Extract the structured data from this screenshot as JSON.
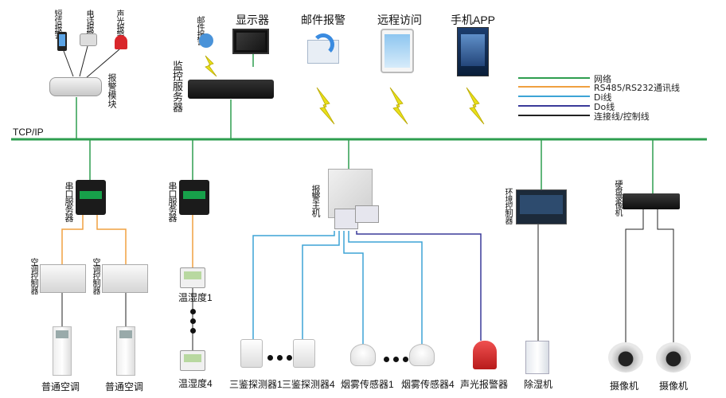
{
  "network": {
    "label": "TCP/IP"
  },
  "alarm_module": {
    "sms": "短信报警",
    "phone": "电话报警",
    "sound_light": "声光报警",
    "module": "报警模块"
  },
  "monitor_server": {
    "label": "监控服务器",
    "mail_icon_label": "邮件报警"
  },
  "top_items": {
    "display": "显示器",
    "email": "邮件报警",
    "remote": "远程访问",
    "app": "手机APP"
  },
  "legend": [
    {
      "text": "网络",
      "color": "#2e9e4f"
    },
    {
      "text": "RS485/RS232通讯线",
      "color": "#f0a040"
    },
    {
      "text": "Di线",
      "color": "#3da4d6"
    },
    {
      "text": "Do线",
      "color": "#3a3a9a"
    },
    {
      "text": "连接线/控制线",
      "color": "#222222"
    }
  ],
  "serial_server_1": {
    "label": "串口服务器"
  },
  "serial_server_2": {
    "label": "串口服务器"
  },
  "ac_controller": {
    "label": "空调控制器"
  },
  "ac_units": [
    "普通空调",
    "普通空调"
  ],
  "th_sensors": {
    "first": "温湿度1",
    "last": "温湿度4"
  },
  "alarm_host": {
    "label": "报警主机"
  },
  "detectors": {
    "first": "三鉴探测器1",
    "last": "三鉴探测器4"
  },
  "smoke": {
    "first": "烟雾传感器1",
    "last": "烟雾传感器4"
  },
  "siren": {
    "label": "声光报警器"
  },
  "env_controller": {
    "label": "环境控制器"
  },
  "dehumidifier": {
    "label": "除湿机"
  },
  "dvr": {
    "label": "硬盘录像机"
  },
  "cameras": [
    "摄像机",
    "摄像机"
  ],
  "colors": {
    "network": "#2e9e4f",
    "rs485": "#f0a040",
    "di": "#3da4d6",
    "do": "#3a3a9a",
    "control": "#222222"
  }
}
